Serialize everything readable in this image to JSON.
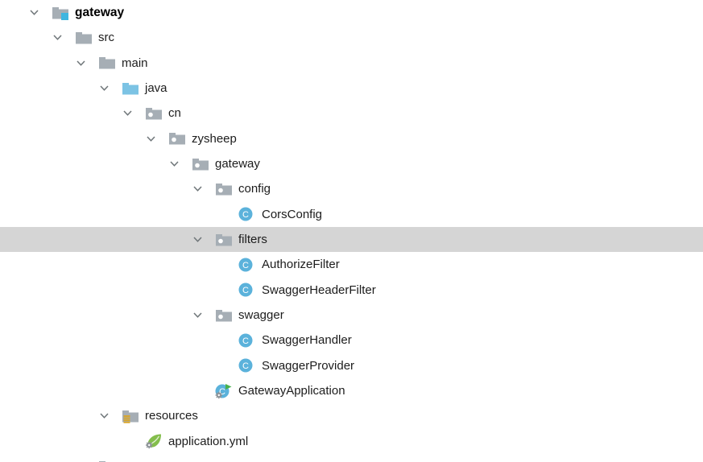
{
  "colors": {
    "selection": "#d5d5d5",
    "text": "#1c1c1c",
    "chevron": "#6f7679",
    "folder": "#a6aeb5",
    "sourceRoot": "#7cc3e4",
    "rootBadge": "#40b6e0",
    "resourcesBars": "#d9a629",
    "classBlue": "#5bb2db",
    "runGreen": "#48b14c",
    "gearGray": "#8e9499",
    "springGreen": "#84be4c"
  },
  "tree": {
    "rows": [
      {
        "label": "gateway",
        "level": 0,
        "type": "project-root",
        "chevron": "down",
        "bold": true
      },
      {
        "label": "src",
        "level": 1,
        "type": "folder",
        "chevron": "down"
      },
      {
        "label": "main",
        "level": 2,
        "type": "folder",
        "chevron": "down"
      },
      {
        "label": "java",
        "level": 3,
        "type": "source-folder",
        "chevron": "down"
      },
      {
        "label": "cn",
        "level": 4,
        "type": "package",
        "chevron": "down"
      },
      {
        "label": "zysheep",
        "level": 5,
        "type": "package",
        "chevron": "down"
      },
      {
        "label": "gateway",
        "level": 6,
        "type": "package",
        "chevron": "down"
      },
      {
        "label": "config",
        "level": 7,
        "type": "package",
        "chevron": "down"
      },
      {
        "label": "CorsConfig",
        "level": 8,
        "type": "class"
      },
      {
        "label": "filters",
        "level": 7,
        "type": "package",
        "chevron": "down",
        "selected": true
      },
      {
        "label": "AuthorizeFilter",
        "level": 8,
        "type": "class"
      },
      {
        "label": "SwaggerHeaderFilter",
        "level": 8,
        "type": "class"
      },
      {
        "label": "swagger",
        "level": 7,
        "type": "package",
        "chevron": "down"
      },
      {
        "label": "SwaggerHandler",
        "level": 8,
        "type": "class"
      },
      {
        "label": "SwaggerProvider",
        "level": 8,
        "type": "class"
      },
      {
        "label": "GatewayApplication",
        "level": 7,
        "type": "boot-class"
      },
      {
        "label": "resources",
        "level": 3,
        "type": "resources-folder",
        "chevron": "down"
      },
      {
        "label": "application.yml",
        "level": 4,
        "type": "spring-config"
      },
      {
        "label": "",
        "level": 2,
        "type": "folder",
        "chevron": "right",
        "partial": true
      }
    ]
  }
}
